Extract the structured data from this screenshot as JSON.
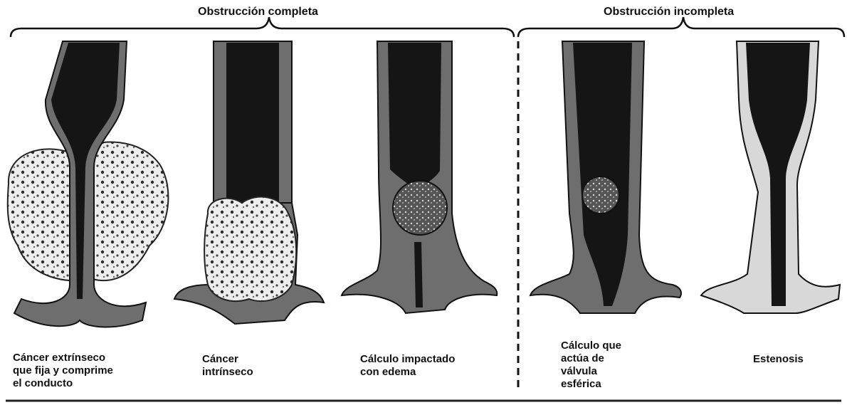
{
  "groups": [
    {
      "title": "Obstrucción completa"
    },
    {
      "title": "Obstrucción incompleta"
    }
  ],
  "panels": [
    {
      "caption_lines": [
        "Cáncer extrínseco",
        "que fija y comprime",
        "el conducto"
      ]
    },
    {
      "caption_lines": [
        "Cáncer",
        "intrínseco"
      ]
    },
    {
      "caption_lines": [
        "Cálculo impactado",
        "con edema"
      ]
    },
    {
      "caption_lines": [
        "Cálculo que",
        "actúa de",
        "válvula",
        "esférica"
      ]
    },
    {
      "caption_lines": [
        "Estenosis"
      ]
    }
  ],
  "colors": {
    "ink": "#111111",
    "wall": "#6e6e6e",
    "lumen": "#1a1a1a",
    "mass": "#e9e9e9",
    "stone": "#3a3a3a"
  }
}
